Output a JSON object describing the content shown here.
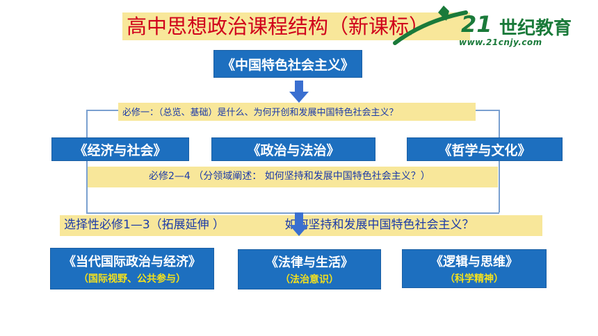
{
  "title": "高中思想政治课程结构（新课标）",
  "logo": {
    "number": "21",
    "brand": "世纪教育",
    "url": "www.21cnjy.com"
  },
  "top_box": "《中国特色社会主义》",
  "band1": "必修一：（总览、基础）是什么、为何开创和发展中国特色社会主义？",
  "row1": [
    "《经济与社会》",
    "《政治与法治》",
    "《哲学与文化》"
  ],
  "band2": "必修2—4 （分领域阐述： 如何坚持和发展中国特色社会主义？）",
  "band3": "选择性必修1—3（拓展延伸 ）                如何坚持和发展中国特色社会主义？",
  "row2": [
    {
      "title": "《当代国际政治与经济》",
      "sub": "（国际视野、公共参与）"
    },
    {
      "title": "《法律与生活》",
      "sub": "（法治意识）"
    },
    {
      "title": "《逻辑与思维》",
      "sub": "（科学精神）"
    }
  ],
  "colors": {
    "box": "#1d6fbf",
    "band": "#f8e79a",
    "title": "#d0021b",
    "sub": "#f5e11c",
    "arrow": "#3a6fd0"
  }
}
